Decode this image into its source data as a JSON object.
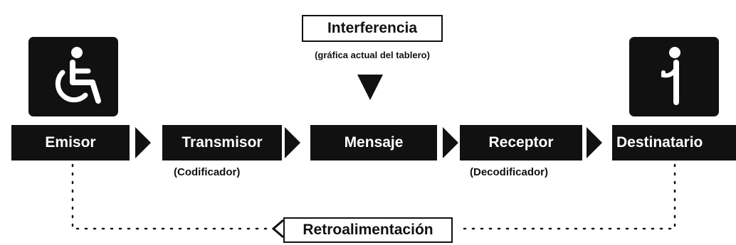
{
  "interference": {
    "label": "Interferencia",
    "caption": "(gráfica actual del tablero)"
  },
  "nodes": [
    {
      "label": "Emisor"
    },
    {
      "label": "Transmisor",
      "sublabel": "(Codificador)"
    },
    {
      "label": "Mensaje"
    },
    {
      "label": "Receptor",
      "sublabel": "(Decodificador)"
    },
    {
      "label": "Destinatario"
    }
  ],
  "feedback": {
    "label": "Retroalimentación"
  },
  "icons": {
    "sender": "wheelchair-icon",
    "recipient": "walking-cane-person-icon"
  },
  "colors": {
    "ink": "#111111",
    "paper": "#ffffff"
  }
}
